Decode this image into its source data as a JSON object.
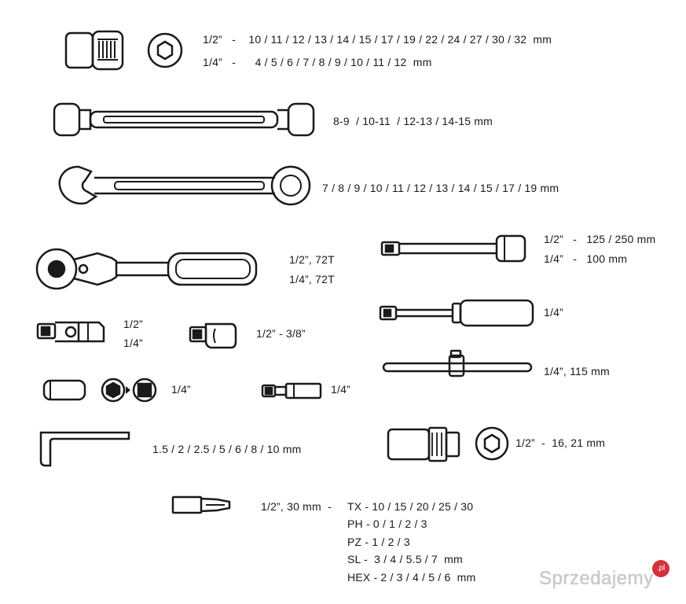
{
  "items": [
    {
      "id": "sockets",
      "lines": [
        "1/2”   -    10 / 11 / 12 / 13 / 14 / 15 / 17 / 19 / 22 / 24 / 27 / 30 / 32  mm",
        "1/4”   -      4 / 5 / 6 / 7 / 8 / 9 / 10 / 11 / 12  mm"
      ]
    },
    {
      "id": "flex_wrench",
      "lines": [
        "8-9  / 10-11  / 12-13 / 14-15 mm"
      ]
    },
    {
      "id": "combination_wrench",
      "lines": [
        "7 / 8 / 9 / 10 / 11 / 12 / 13 / 14 / 15 / 17 / 19 mm"
      ]
    },
    {
      "id": "ratchet",
      "lines": [
        "1/2”, 72T",
        "1/4”, 72T"
      ]
    },
    {
      "id": "extension_bars",
      "lines": [
        "1/2”   -   125 / 250 mm",
        "1/4”   -   100 mm"
      ]
    },
    {
      "id": "spinner_handle",
      "lines": [
        "1/4”"
      ]
    },
    {
      "id": "universal_joint",
      "lines": [
        "1/2”",
        "1/4”"
      ]
    },
    {
      "id": "adapter",
      "lines": [
        "1/2” - 3/8”"
      ]
    },
    {
      "id": "t_bar",
      "lines": [
        "1/4”, 115 mm"
      ]
    },
    {
      "id": "deep_socket",
      "lines": [
        "1/4”"
      ]
    },
    {
      "id": "bit_adapter",
      "lines": [
        "1/4”"
      ]
    },
    {
      "id": "hex_keys",
      "lines": [
        "1.5 / 2 / 2.5 / 5 / 6 / 8 / 10 mm"
      ]
    },
    {
      "id": "spark_plug_socket",
      "lines": [
        "1/2”  -  16, 21 mm"
      ]
    },
    {
      "id": "bits_head",
      "lines": [
        "1/2”, 30 mm  -"
      ]
    },
    {
      "id": "bits_list",
      "lines": [
        "TX - 10 / 15 / 20 / 25 / 30",
        "PH - 0 / 1 / 2 / 3",
        "PZ - 1 / 2 / 3",
        "SL -  3 / 4 / 5.5 / 7  mm",
        "HEX - 2 / 3 / 4 / 5 / 6  mm"
      ]
    }
  ],
  "watermark": {
    "text": "Sprzedajemy",
    "badge": ".pl"
  }
}
